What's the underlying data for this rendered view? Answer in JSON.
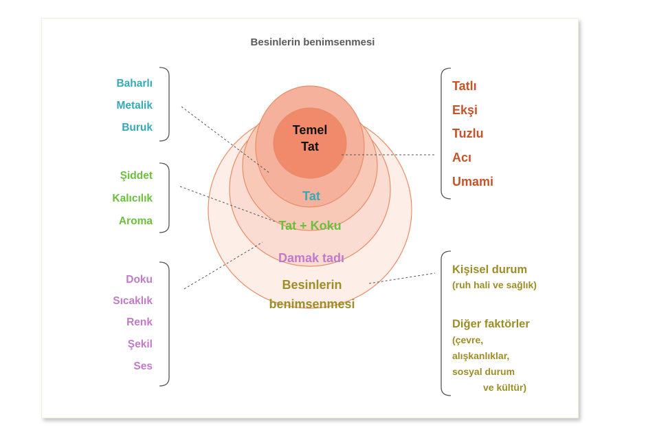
{
  "title": "Besinlerin benimsenmesi",
  "colors": {
    "teal": "#35a9b6",
    "green": "#6cbf3c",
    "purple": "#c07ac8",
    "rust": "#c4532a",
    "olive": "#9c8d26",
    "ring_stroke": "#e88c66",
    "core_fill": "#f08a6a"
  },
  "groups": {
    "left_top": {
      "items": [
        "Baharlı",
        "Metalik",
        "Buruk"
      ]
    },
    "left_mid": {
      "items": [
        "Şiddet",
        "Kalıcılık",
        "Aroma"
      ]
    },
    "left_bottom": {
      "items": [
        "Doku",
        "Sıcaklık",
        "Renk",
        "Şekil",
        "Ses"
      ]
    },
    "right_top": {
      "items": [
        "Tatlı",
        "Ekşi",
        "Tuzlu",
        "Acı",
        "Umami"
      ]
    },
    "right_bottom": {
      "heading1": "Kişisel durum",
      "sub1": "(ruh hali ve sağlık)",
      "heading2": "Diğer faktörler",
      "sub2_lines": [
        "(çevre,",
        "alışkanlıklar,",
        "sosyal durum",
        "ve kültür)"
      ]
    }
  },
  "layers": {
    "core": [
      "Temel",
      "Tat"
    ],
    "tat": "Tat",
    "tat_koku": "Tat + Koku",
    "damak": "Damak tadı",
    "benimsenme": [
      "Besinlerin",
      "benimsenmesi"
    ]
  }
}
